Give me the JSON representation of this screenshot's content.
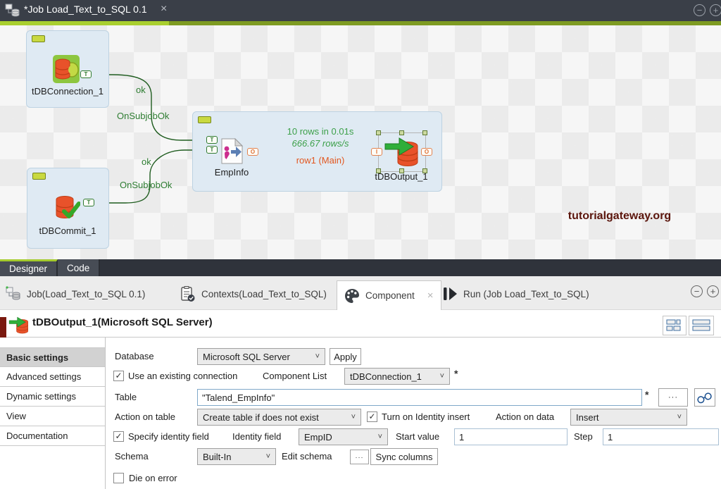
{
  "titlebar": {
    "tab_title": "*Job Load_Text_to_SQL 0.1"
  },
  "icons": {
    "close": "×",
    "minus": "−",
    "plus": "+",
    "chevron_down": "˅",
    "ellipsis": "···",
    "asterisk": "*",
    "check": "✓"
  },
  "canvas": {
    "db_connection_label": "tDBConnection_1",
    "db_commit_label": "tDBCommit_1",
    "emp_info_label": "EmpInfo",
    "db_output_label": "tDBOutput_1",
    "link1_ok": "ok",
    "link1_name": "OnSubjobOk",
    "link2_ok": "ok",
    "link2_name": "OnSubjobOk",
    "row_stats_rows": "10 rows in 0.01s",
    "row_stats_rate": "666.67 rows/s",
    "row_link_label": "row1 (Main)",
    "watermark": "tutorialgateway.org",
    "connector_t": "T",
    "connector_o": "O",
    "connector_i": "I"
  },
  "view_tabs": {
    "designer": "Designer",
    "code": "Code"
  },
  "panel_tabs": {
    "job": "Job(Load_Text_to_SQL 0.1)",
    "contexts": "Contexts(Load_Text_to_SQL)",
    "component": "Component",
    "run": "Run (Job Load_Text_to_SQL)"
  },
  "component_panel": {
    "title": "tDBOutput_1(Microsoft SQL Server)",
    "sidebar": [
      "Basic settings",
      "Advanced settings",
      "Dynamic settings",
      "View",
      "Documentation"
    ],
    "form": {
      "database_label": "Database",
      "database_value": "Microsoft SQL Server",
      "apply": "Apply",
      "use_existing_connection": "Use an existing connection",
      "component_list_label": "Component List",
      "component_list_value": "tDBConnection_1",
      "table_label": "Table",
      "table_value": "\"Talend_EmpInfo\"",
      "action_on_table_label": "Action on table",
      "action_on_table_value": "Create table if does not exist",
      "turn_on_identity_insert": "Turn on Identity insert",
      "action_on_data_label": "Action on data",
      "action_on_data_value": "Insert",
      "specify_identity_field": "Specify identity field",
      "identity_field_label": "Identity field",
      "identity_field_value": "EmpID",
      "start_value_label": "Start value",
      "start_value": "1",
      "step_label": "Step",
      "step_value": "1",
      "schema_label": "Schema",
      "schema_value": "Built-In",
      "edit_schema_label": "Edit schema",
      "sync_columns": "Sync columns",
      "die_on_error": "Die on error"
    }
  }
}
